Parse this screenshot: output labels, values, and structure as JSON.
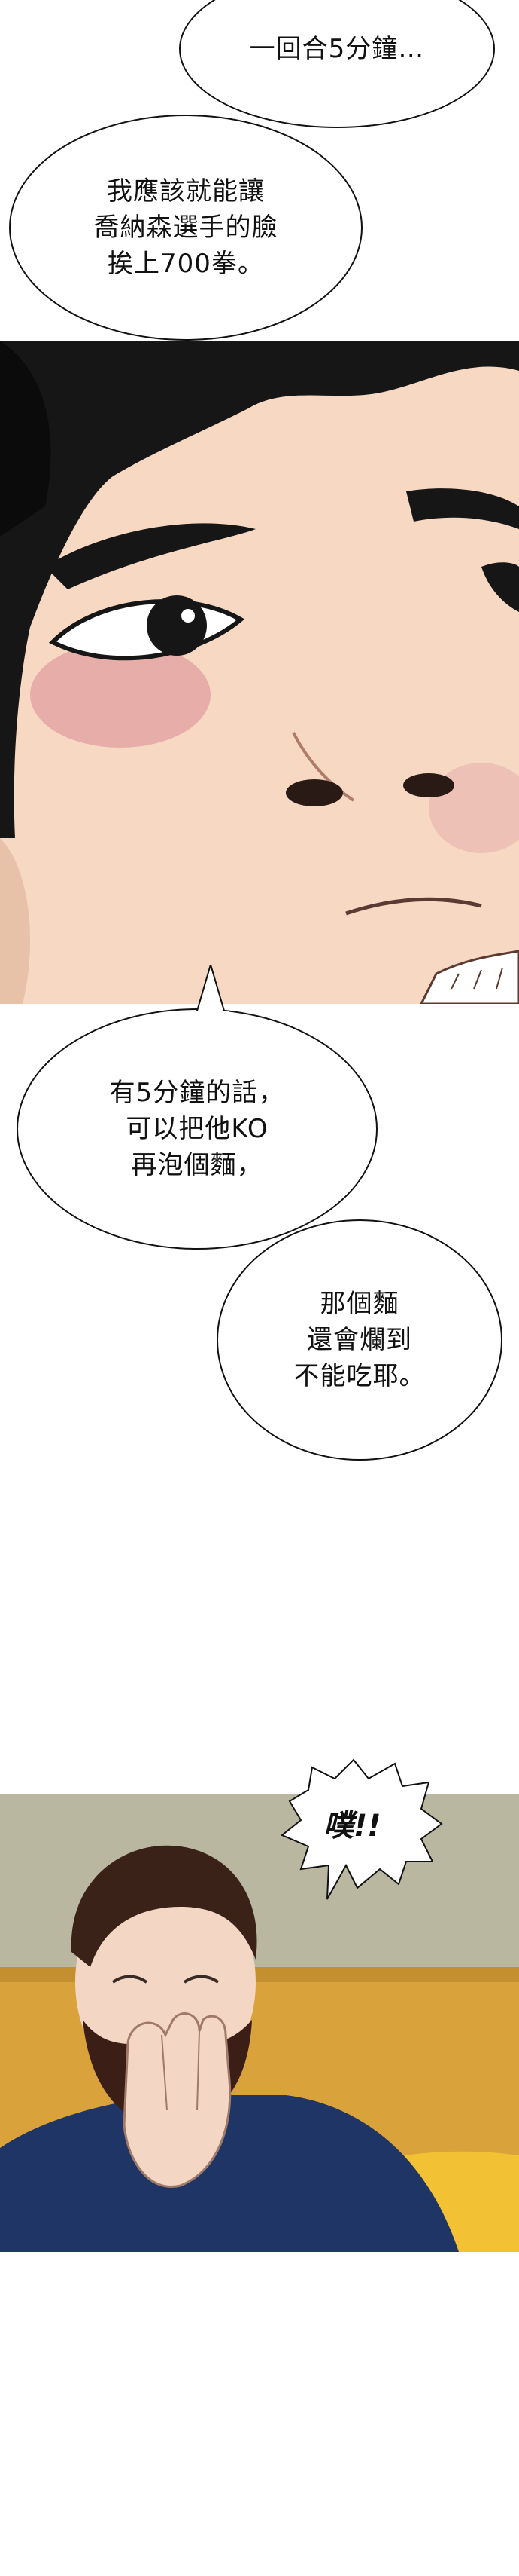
{
  "dialogue": {
    "b1": "一回合5分鐘…",
    "b2": "我應該就能讓\n喬納森選手的臉\n挨上700拳。",
    "b3": "有5分鐘的話，\n可以把他KO\n再泡個麵，",
    "b4": "那個麵\n還會爛到\n不能吃耶。",
    "b5": "噗!!"
  },
  "colors": {
    "skin": "#f6d8c3",
    "hair": "#161616",
    "blush": "#d88a93",
    "wall": "#b9b7a0",
    "sofa": "#f2c234",
    "shirt": "#1f3566",
    "beard": "#3b1e16"
  }
}
